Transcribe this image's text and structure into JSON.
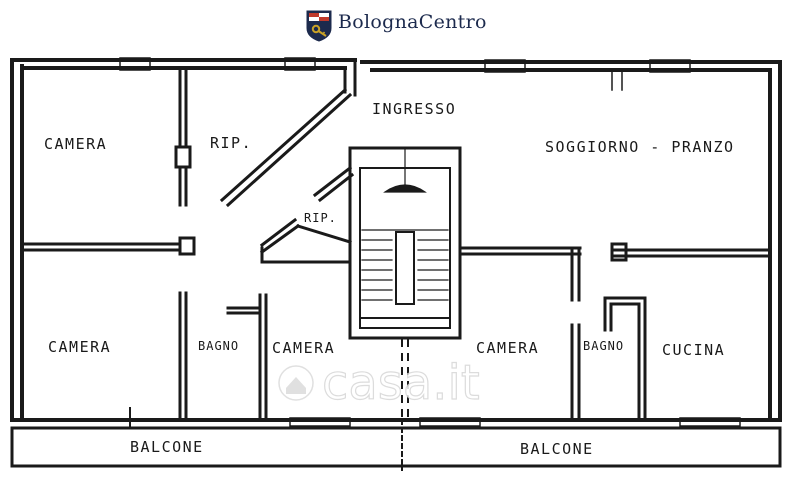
{
  "brand": {
    "name": "BolognaCentro",
    "logo_icon": "bologna-shield-key-icon"
  },
  "rooms": {
    "camera_top_left": "CAMERA",
    "rip_top": "RIP.",
    "ingresso": "INGRESSO",
    "soggiorno": "SOGGIORNO - PRANZO",
    "rip_small": "RIP.",
    "camera_bottom_left": "CAMERA",
    "bagno_left": "BAGNO",
    "camera_center": "CAMERA",
    "camera_right": "CAMERA",
    "bagno_right": "BAGNO",
    "cucina": "CUCINA",
    "balcone_left": "BALCONE",
    "balcone_right": "BALCONE"
  },
  "watermark": {
    "text": "casa.it"
  },
  "colors": {
    "ink": "#1a1a1a",
    "brand_navy": "#1c2a4d",
    "brand_gold": "#c9a227",
    "watermark": "#d6d6d6"
  }
}
